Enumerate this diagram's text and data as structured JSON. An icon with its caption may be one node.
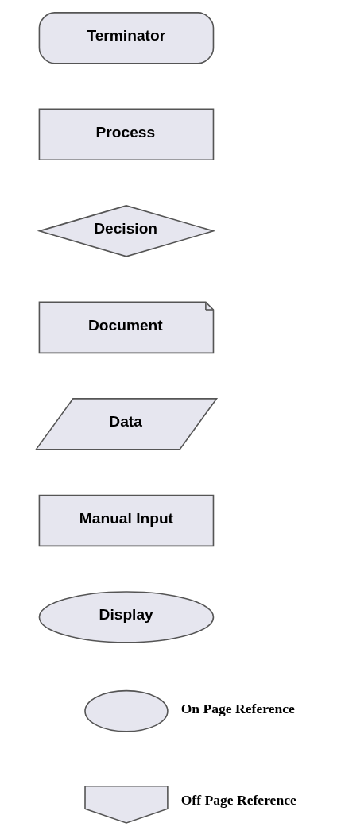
{
  "diagram": {
    "nodes": [
      {
        "text": [
          "Terminator"
        ]
      },
      {
        "text": [
          "Process"
        ]
      },
      {
        "text": [
          "Decision"
        ]
      },
      {
        "text": [
          "Document"
        ]
      },
      {
        "text": [
          "Data"
        ]
      },
      {
        "text": [
          "Manual Input"
        ]
      },
      {
        "text": [
          "Display"
        ]
      },
      {
        "text": [],
        "shape": "circle",
        "beside": [
          "On Page Reference"
        ]
      },
      {
        "text": [],
        "shape": "pentagon",
        "beside": [
          "Off Page Reference"
        ]
      }
    ],
    "edges": []
  }
}
